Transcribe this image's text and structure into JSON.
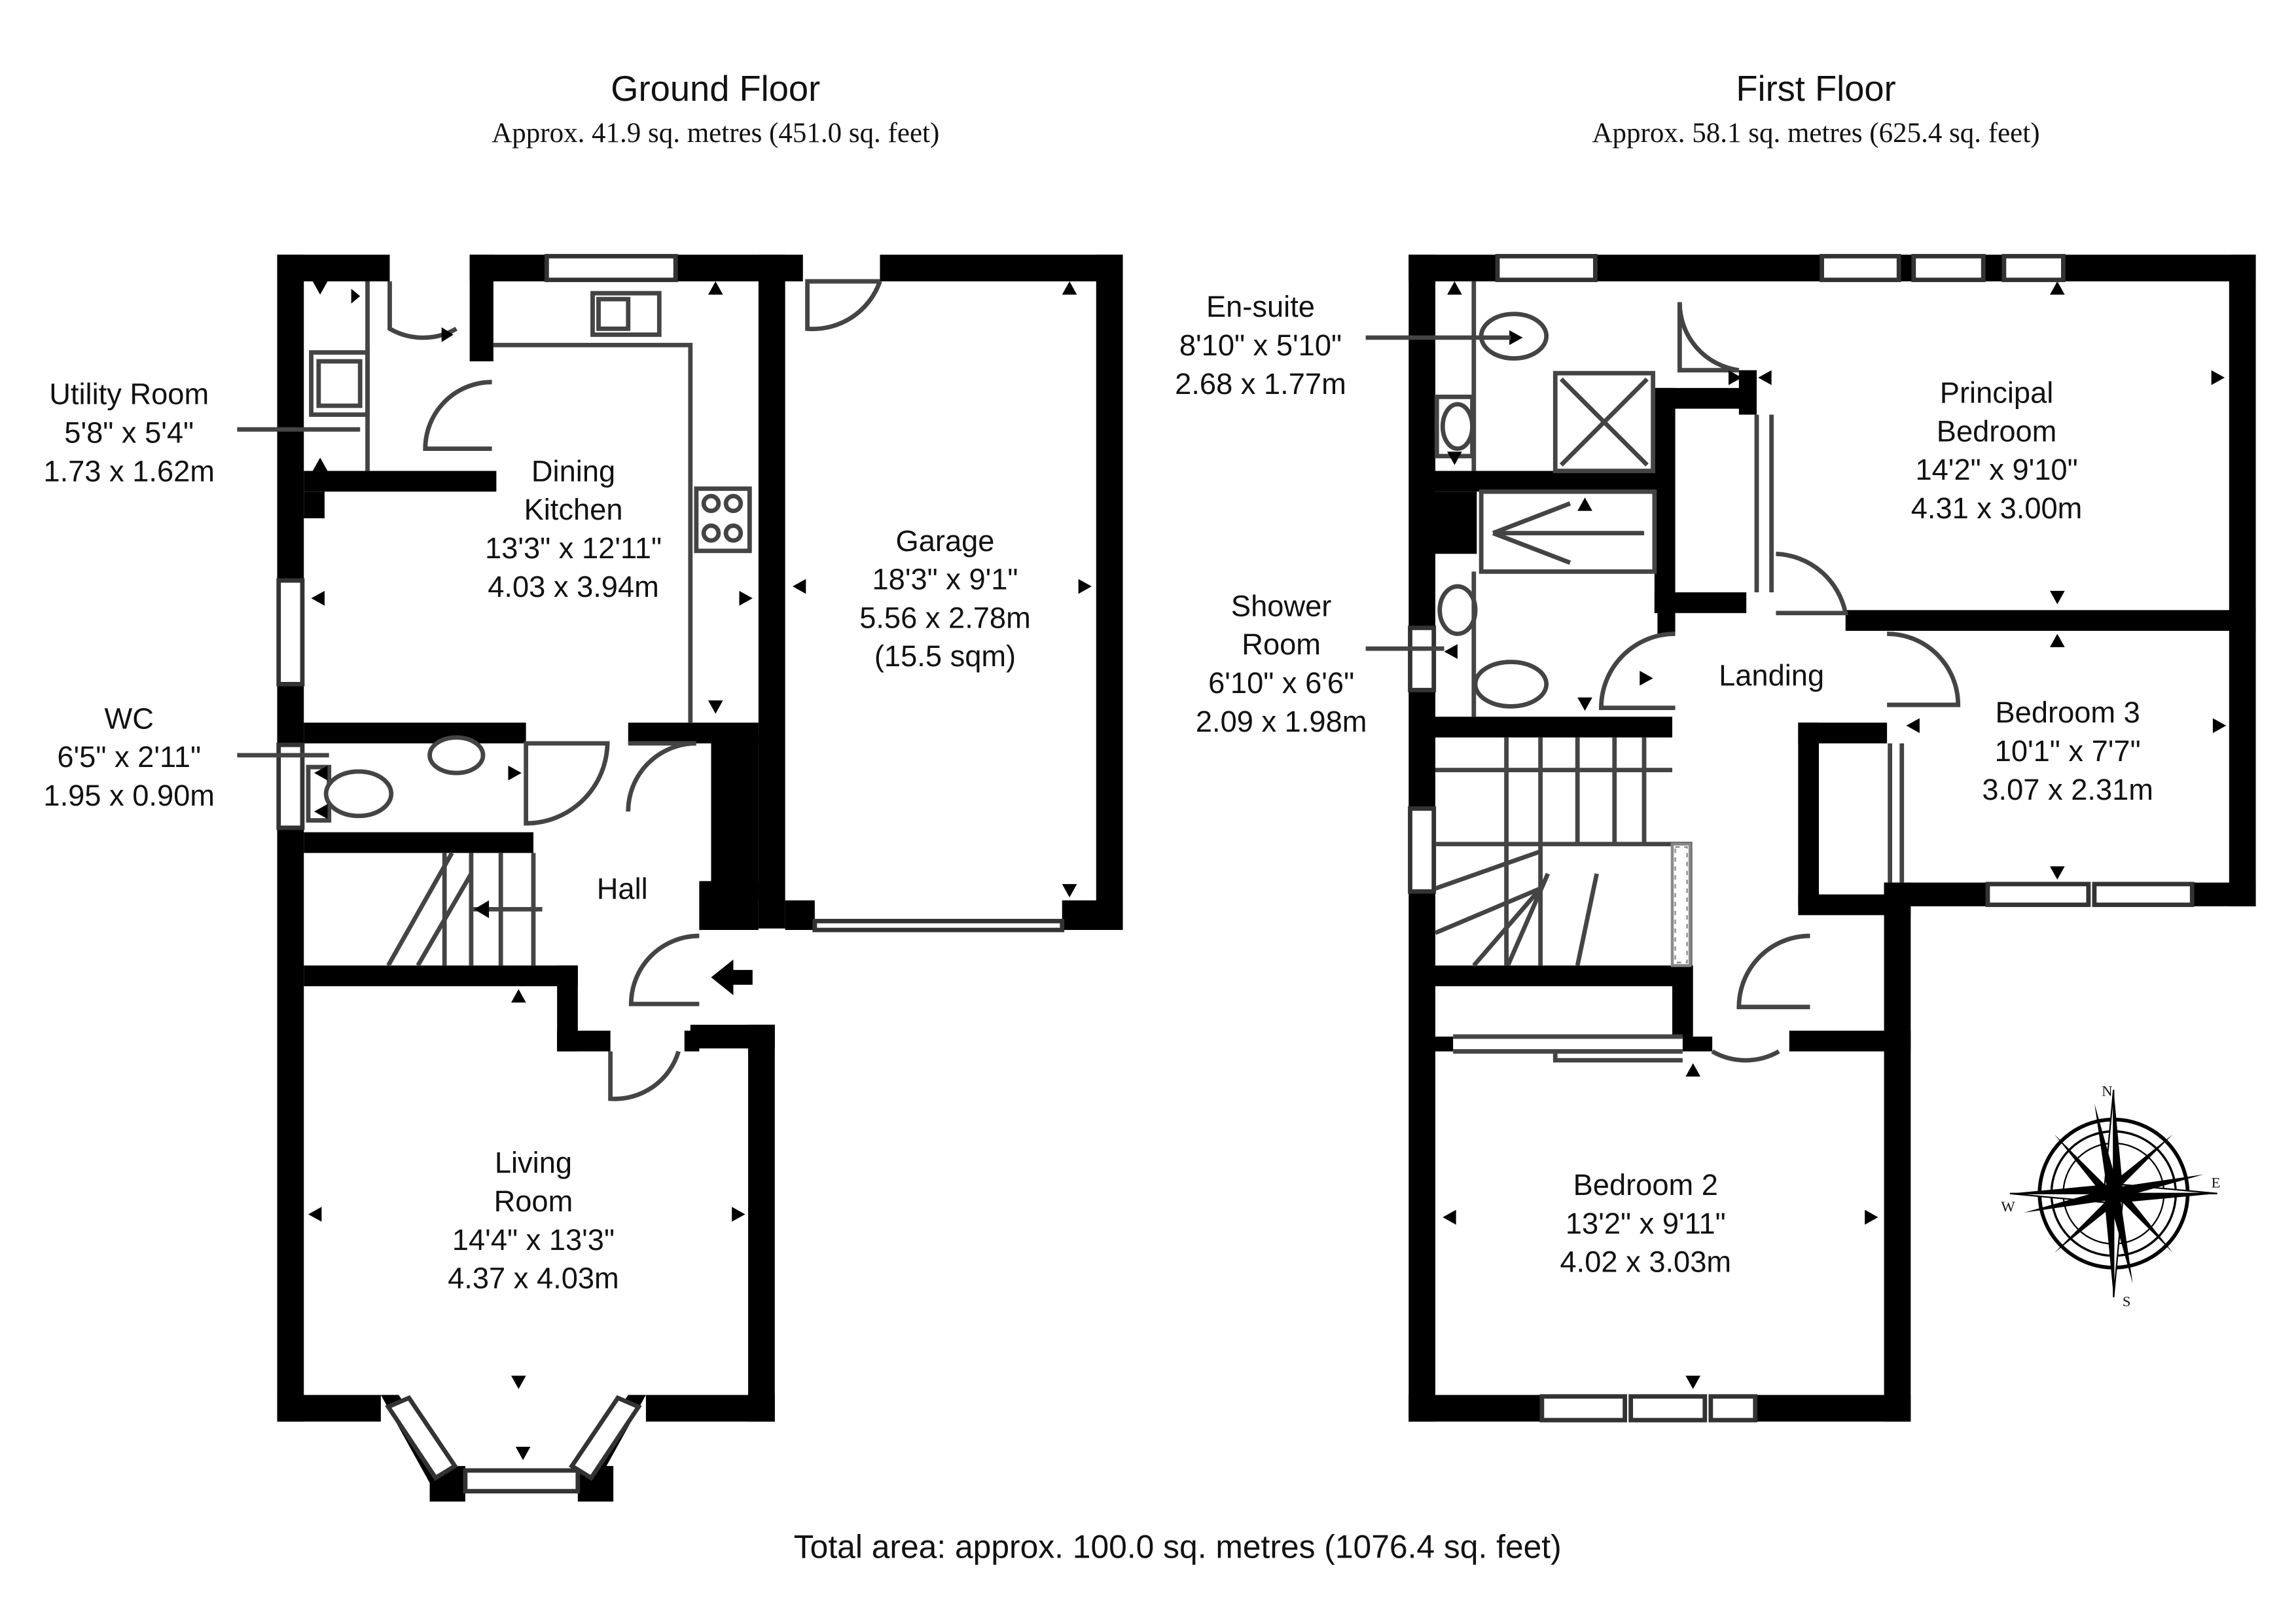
{
  "ground_floor": {
    "title": "Ground Floor",
    "area": "Approx. 41.9 sq. metres (451.0 sq. feet)",
    "rooms": {
      "utility": {
        "name": "Utility Room",
        "imperial": "5'8\" x 5'4\"",
        "metric": "1.73 x 1.62m"
      },
      "kitchen": {
        "name1": "Dining",
        "name2": "Kitchen",
        "imperial": "13'3\" x 12'11\"",
        "metric": "4.03 x 3.94m"
      },
      "garage": {
        "name": "Garage",
        "imperial": "18'3\" x 9'1\"",
        "metric": "5.56 x 2.78m",
        "extra": "(15.5 sqm)"
      },
      "wc": {
        "name": "WC",
        "imperial": "6'5\" x 2'11\"",
        "metric": "1.95 x 0.90m"
      },
      "hall": {
        "name": "Hall"
      },
      "living": {
        "name1": "Living",
        "name2": "Room",
        "imperial": "14'4\" x 13'3\"",
        "metric": "4.37 x 4.03m"
      }
    }
  },
  "first_floor": {
    "title": "First Floor",
    "area": "Approx. 58.1 sq. metres (625.4 sq. feet)",
    "rooms": {
      "ensuite": {
        "name": "En-suite",
        "imperial": "8'10\" x 5'10\"",
        "metric": "2.68 x 1.77m"
      },
      "principal": {
        "name1": "Principal",
        "name2": "Bedroom",
        "imperial": "14'2\" x 9'10\"",
        "metric": "4.31 x 3.00m"
      },
      "shower": {
        "name1": "Shower",
        "name2": "Room",
        "imperial": "6'10\" x 6'6\"",
        "metric": "2.09 x 1.98m"
      },
      "landing": {
        "name": "Landing"
      },
      "bedroom3": {
        "name": "Bedroom 3",
        "imperial": "10'1\" x 7'7\"",
        "metric": "3.07 x 2.31m"
      },
      "bedroom2": {
        "name": "Bedroom 2",
        "imperial": "13'2\" x 9'11\"",
        "metric": "4.02 x 3.03m"
      }
    }
  },
  "total_area": "Total area: approx. 100.0 sq. metres (1076.4 sq. feet)",
  "compass": {
    "labels": [
      "N",
      "E",
      "S",
      "W"
    ]
  }
}
